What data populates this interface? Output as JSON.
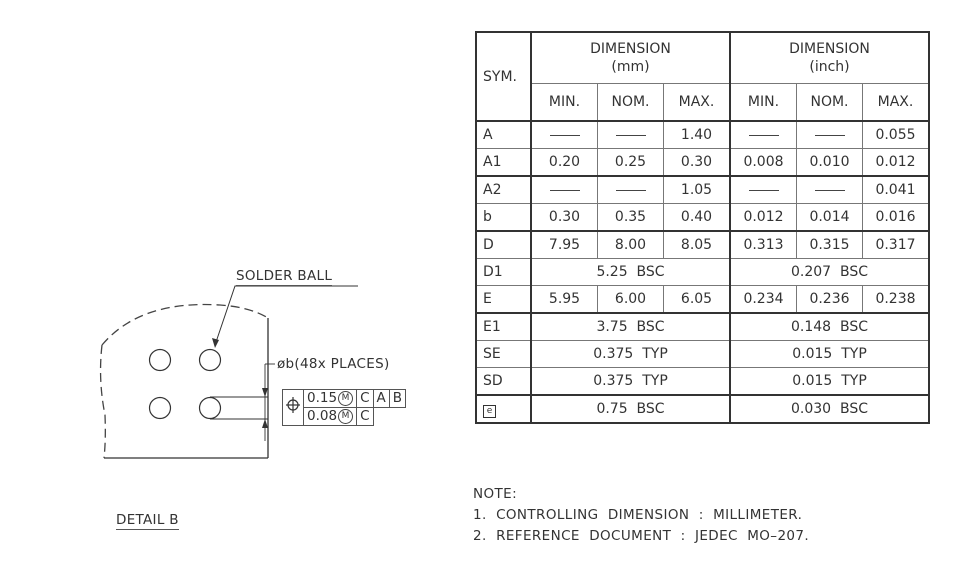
{
  "detail": {
    "title": "DETAIL B",
    "solder_ball_label": "SOLDER BALL",
    "ball_diameter_label": "øb(48x PLACES)",
    "feature_control_frame": {
      "symbol": "position-symbol",
      "rows": [
        {
          "tolerance": "0.15",
          "modifier": "M",
          "datums": [
            "C",
            "A",
            "B"
          ]
        },
        {
          "tolerance": "0.08",
          "modifier": "M",
          "datums": [
            "C"
          ]
        }
      ]
    }
  },
  "table": {
    "sym_header": "SYM.",
    "group_headers": [
      {
        "line1": "DIMENSION",
        "line2": "(mm)"
      },
      {
        "line1": "DIMENSION",
        "line2": "(inch)"
      }
    ],
    "sub_headers": [
      "MIN.",
      "NOM.",
      "MAX.",
      "MIN.",
      "NOM.",
      "MAX."
    ],
    "rows": [
      {
        "sym": "A",
        "mm": [
          "—",
          "—",
          "1.40"
        ],
        "inch": [
          "—",
          "—",
          "0.055"
        ]
      },
      {
        "sym": "A1",
        "mm": [
          "0.20",
          "0.25",
          "0.30"
        ],
        "inch": [
          "0.008",
          "0.010",
          "0.012"
        ]
      },
      {
        "sym": "A2",
        "mm": [
          "—",
          "—",
          "1.05"
        ],
        "inch": [
          "—",
          "—",
          "0.041"
        ]
      },
      {
        "sym": "b",
        "mm": [
          "0.30",
          "0.35",
          "0.40"
        ],
        "inch": [
          "0.012",
          "0.014",
          "0.016"
        ]
      },
      {
        "sym": "D",
        "mm": [
          "7.95",
          "8.00",
          "8.05"
        ],
        "inch": [
          "0.313",
          "0.315",
          "0.317"
        ]
      },
      {
        "sym": "D1",
        "mm_span": "5.25  BSC",
        "inch_span": "0.207  BSC"
      },
      {
        "sym": "E",
        "mm": [
          "5.95",
          "6.00",
          "6.05"
        ],
        "inch": [
          "0.234",
          "0.236",
          "0.238"
        ]
      },
      {
        "sym": "E1",
        "mm_span": "3.75  BSC",
        "inch_span": "0.148  BSC"
      },
      {
        "sym": "SE",
        "mm_span": "0.375  TYP",
        "inch_span": "0.015  TYP"
      },
      {
        "sym": "SD",
        "mm_span": "0.375  TYP",
        "inch_span": "0.015  TYP"
      },
      {
        "sym": "e",
        "mm_span": "0.75  BSC",
        "inch_span": "0.030  BSC"
      }
    ]
  },
  "notes": {
    "heading": "NOTE:",
    "items": [
      "1.  CONTROLLING  DIMENSION  :  MILLIMETER.",
      "2.  REFERENCE  DOCUMENT  :  JEDEC  MO–207."
    ]
  }
}
